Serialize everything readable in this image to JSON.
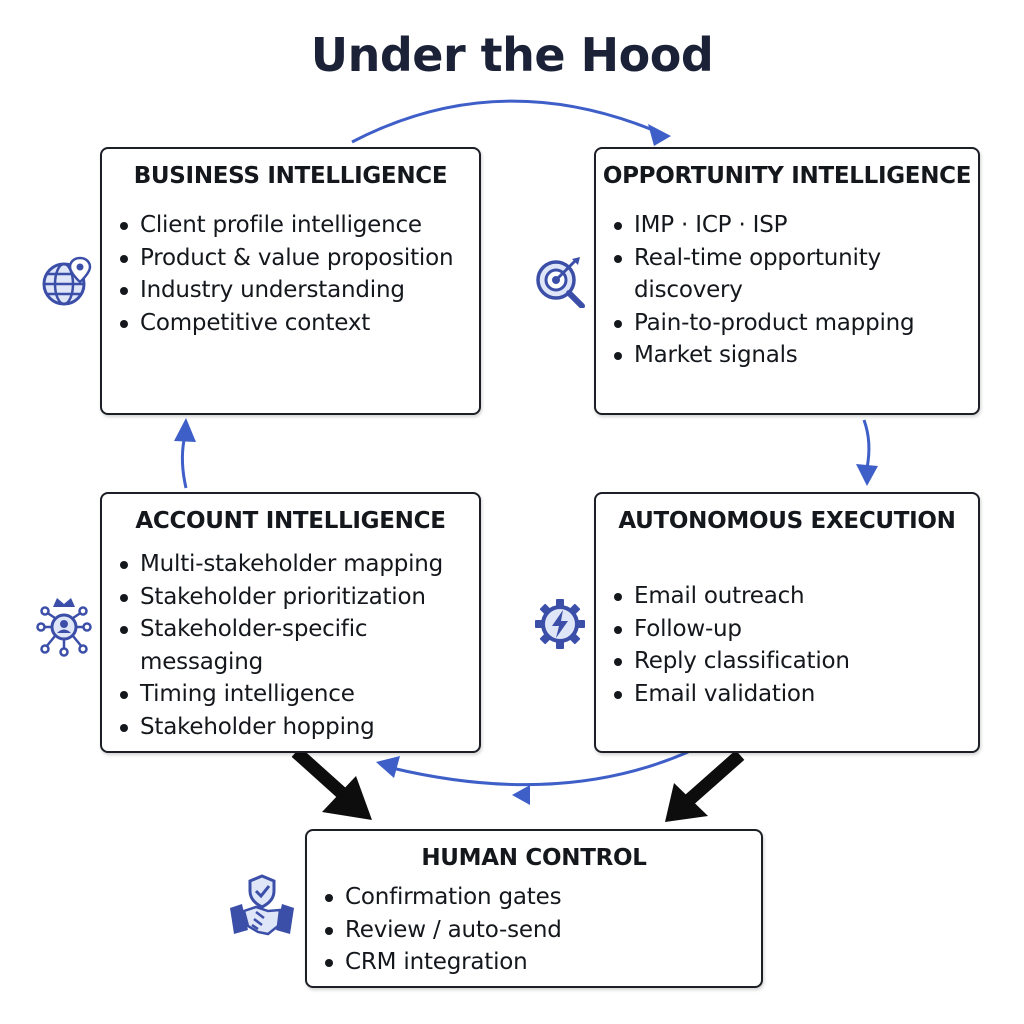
{
  "title": "Under the Hood",
  "boxes": {
    "business": {
      "title": "BUSINESS INTELLIGENCE",
      "icon": "globe-location-icon",
      "items": [
        "Client profile intelligence",
        "Product & value proposition",
        "Industry understanding",
        "Competitive context"
      ]
    },
    "opportunity": {
      "title": "OPPORTUNITY INTELLIGENCE",
      "icon": "target-magnifier-icon",
      "items": [
        "IMP · ICP · ISP",
        "Real-time opportunity discovery",
        "Pain-to-product mapping",
        "Market signals"
      ]
    },
    "account": {
      "title": "ACCOUNT INTELLIGENCE",
      "icon": "stakeholder-network-icon",
      "items": [
        "Multi-stakeholder mapping",
        "Stakeholder prioritization",
        "Stakeholder-specific messaging",
        "Timing intelligence",
        "Stakeholder hopping"
      ]
    },
    "execution": {
      "title": "AUTONOMOUS EXECUTION",
      "icon": "gear-lightning-icon",
      "items": [
        "Email outreach",
        "Follow-up",
        "Reply classification",
        "Email validation"
      ]
    },
    "human": {
      "title": "HUMAN CONTROL",
      "icon": "handshake-shield-icon",
      "items": [
        "Confirmation gates",
        "Review / auto-send",
        "CRM integration"
      ]
    }
  },
  "colors": {
    "accent": "#3f5fc8",
    "icon": "#3b4fa8",
    "border": "#1c1f26",
    "text": "#14171c",
    "title": "#1b2137"
  }
}
